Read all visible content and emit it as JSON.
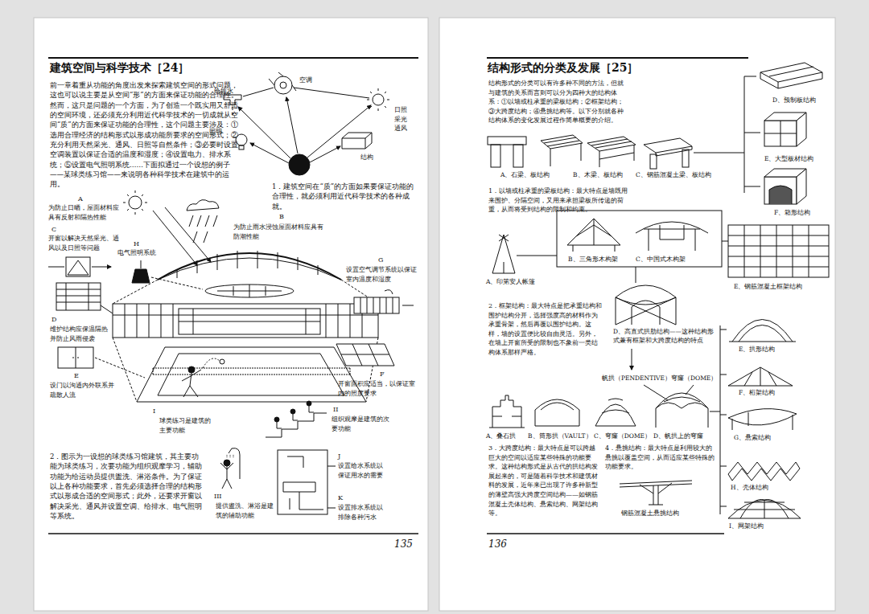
{
  "diagram": {
    "nodes": [
      {
        "text": [
          "建筑空间与科学技术［24］",
          "135"
        ]
      },
      {
        "text": [
          "结构形式的分类及发展［25］",
          "136"
        ]
      }
    ],
    "labels": [
      "前一章着重从功能的角度出发来探索建筑空间的形式问题，这也可以说主要是从空间“形”的方面来保证功能的合理性。然而，这只是问题的一个方面，为了创造一个既实用又舒适的空间环境，还必须充分利用近代科学技术的一切成就从空间“质”的方面来保证功能的合理性，这个问题主要涉及：①选用合理经济的结构形式以形成功能所要求的空间形式；②充分利用天然采光、通风、日照等自然条件；③必要时设置空调装置以保证合适的温度和湿度；④设置电力、排水系统；⑤设置电气照明系统……下面拟通过一个设想的例子——某球类练习馆——来说明各种科学技术在建筑中的运用。",
      "空调",
      "给排水",
      "日照 采光 通风",
      "照明",
      "结构",
      "1．建筑空间在“质”的方面如果要保证功能的合理性，就必须利用近代科学技术的各种成就。",
      "A",
      "为防止日晒，屋面材料应具有反射和隔热性能",
      "B",
      "为防止雨水浸蚀屋面材料应具有防潮性能",
      "C",
      "开窗以解决天然采光、通风以及日照等问题",
      "H",
      "电气照明系统",
      "G",
      "设置空气调节系统以保证室内温度和湿度",
      "D",
      "维护结构应保温隔热并防止风雨侵袭",
      "E",
      "设门以沟通内外联系并疏散人流",
      "F",
      "开窗面积应适当，以保证室内的照度要求",
      "I",
      "球类练习是建筑的主要功能",
      "II",
      "组织观摩是建筑的次要功能",
      "III",
      "提供盥洗、淋浴是建筑的辅助功能",
      "J",
      "设置给水系统以保证用水的需要",
      "K",
      "设置排水系统以排除各种污水",
      "2．图示为一设想的球类练习馆建筑，其主要功能为球类练习，次要功能为组织观摩学习，辅助功能为给运动员提供盥洗、淋浴条件。为了保证以上各种功能要求，首先必须选择合理的结构形式以形成合适的空间形式；此外，还要求开窗以解决采光、通风并设置空调、给排水、电气照明等系统。",
      "结构形式的分类可以有许多种不同的方法，但就与建筑的关系而言则可以分为四种大的结构体系：①以墙或柱承重的梁板结构；②框架结构；③大跨度结构；④悬挑结构等。以下分别就各种结构体系的变化发展过程作简单概要的介绍。",
      "A、石梁、板结构",
      "B、木梁、板结构",
      "C、钢筋混凝土梁、板结构",
      "D、预制板结构",
      "E、大型板材结构",
      "F、箱形结构",
      "1．以墙或柱承重的梁板结构：最大特点是墙既用来围护、分隔空间，又用来承担梁板所传递的荷重，从而将受到结构的限制和约束。",
      "A、印第安人帐篷",
      "B、三角形木构架",
      "C、中国式木构架",
      "E、钢筋混凝土框架结构",
      "2．框架结构：最大特点是把承重结构和围护结构分开，选择强度高的材料作为承重骨架，然后再覆以围护结构。这样，墙的设置便比较自由灵活。另外，在墙上开窗所受的限制也不象前一类结构体系那样严格。",
      "D、高直式拱肋结构——这种结构形式兼有框架和大跨度结构的特点",
      "帆拱（PENDENTIVE）",
      "穹窿（DOME）",
      "A、叠石拱",
      "B、筒形拱（VAULT）",
      "C、穹窿（DOME）",
      "D、帆拱上的穹窿",
      "E、拱形结构",
      "F、桁架结构",
      "G、悬索结构",
      "H、壳体结构",
      "I、网架结构",
      "3．大跨度结构：最大特点是可以跨越巨大的空间以适应某些特殊的功能要求。这种结构形式是从古代的拱结构发展起来的，可是随着科学技术和建筑材料的发展，近年来已出现了许多种新型的薄壁高强大跨度空间结构——如钢筋混凝土壳体结构、悬索结构、网架结构等。",
      "4．悬挑结构：最大特点是利用较大的悬挑以覆盖空间，从而适应某些特殊的功能要求。",
      "钢筋混凝土悬挑结构"
    ]
  }
}
